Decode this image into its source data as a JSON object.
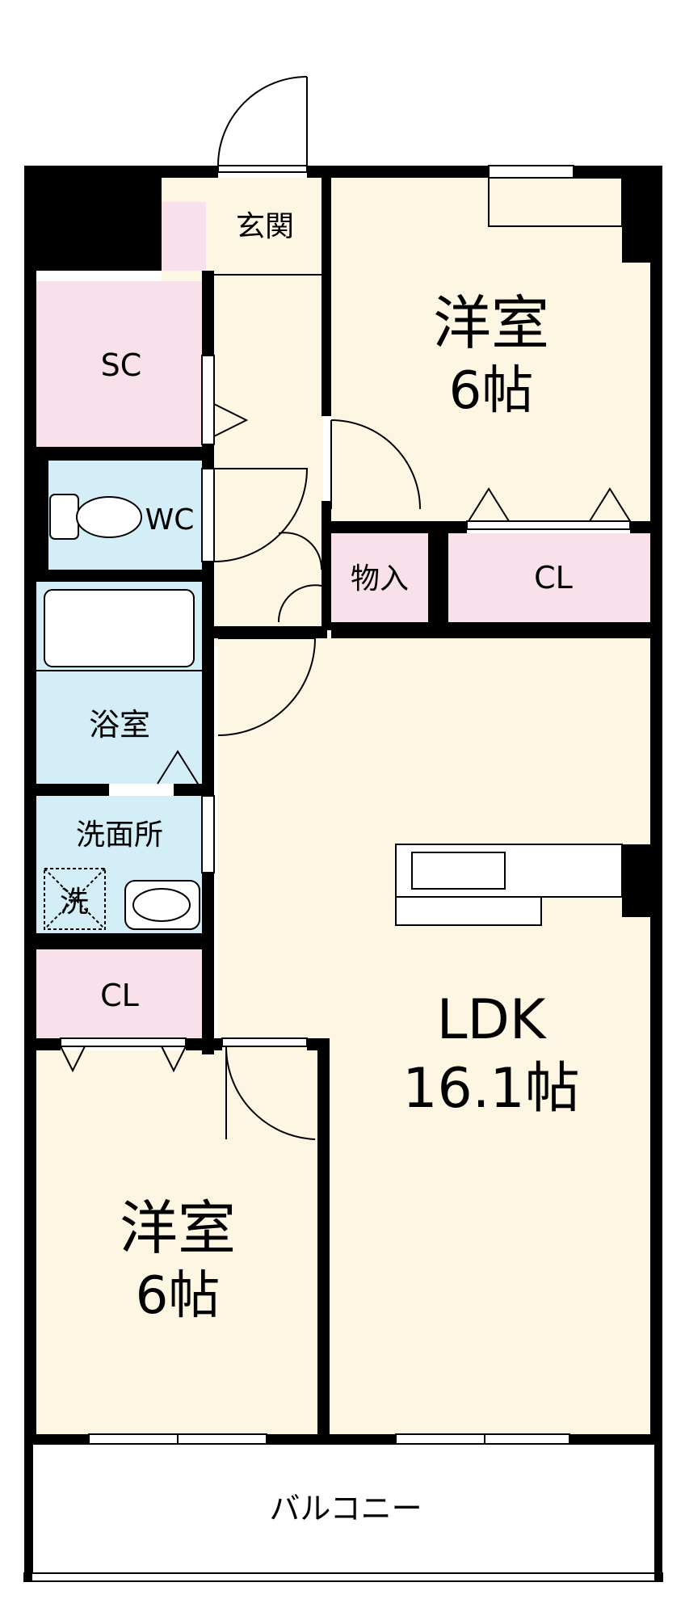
{
  "colors": {
    "floor_room": "#fdf6e3",
    "storage": "#f8e1ea",
    "wet_area": "#d4eef7",
    "wall": "#000000",
    "background": "#ffffff"
  },
  "labels": {
    "entrance": "玄関",
    "sc": "SC",
    "wc": "WC",
    "bath": "浴室",
    "washroom": "洗面所",
    "washer": "洗",
    "cl_left": "CL",
    "room_top_name": "洋室",
    "room_top_size": "6帖",
    "storage_small": "物入",
    "cl_right": "CL",
    "ldk_name": "LDK",
    "ldk_size": "16.1帖",
    "room_bottom_name": "洋室",
    "room_bottom_size": "6帖",
    "balcony": "バルコニー"
  }
}
